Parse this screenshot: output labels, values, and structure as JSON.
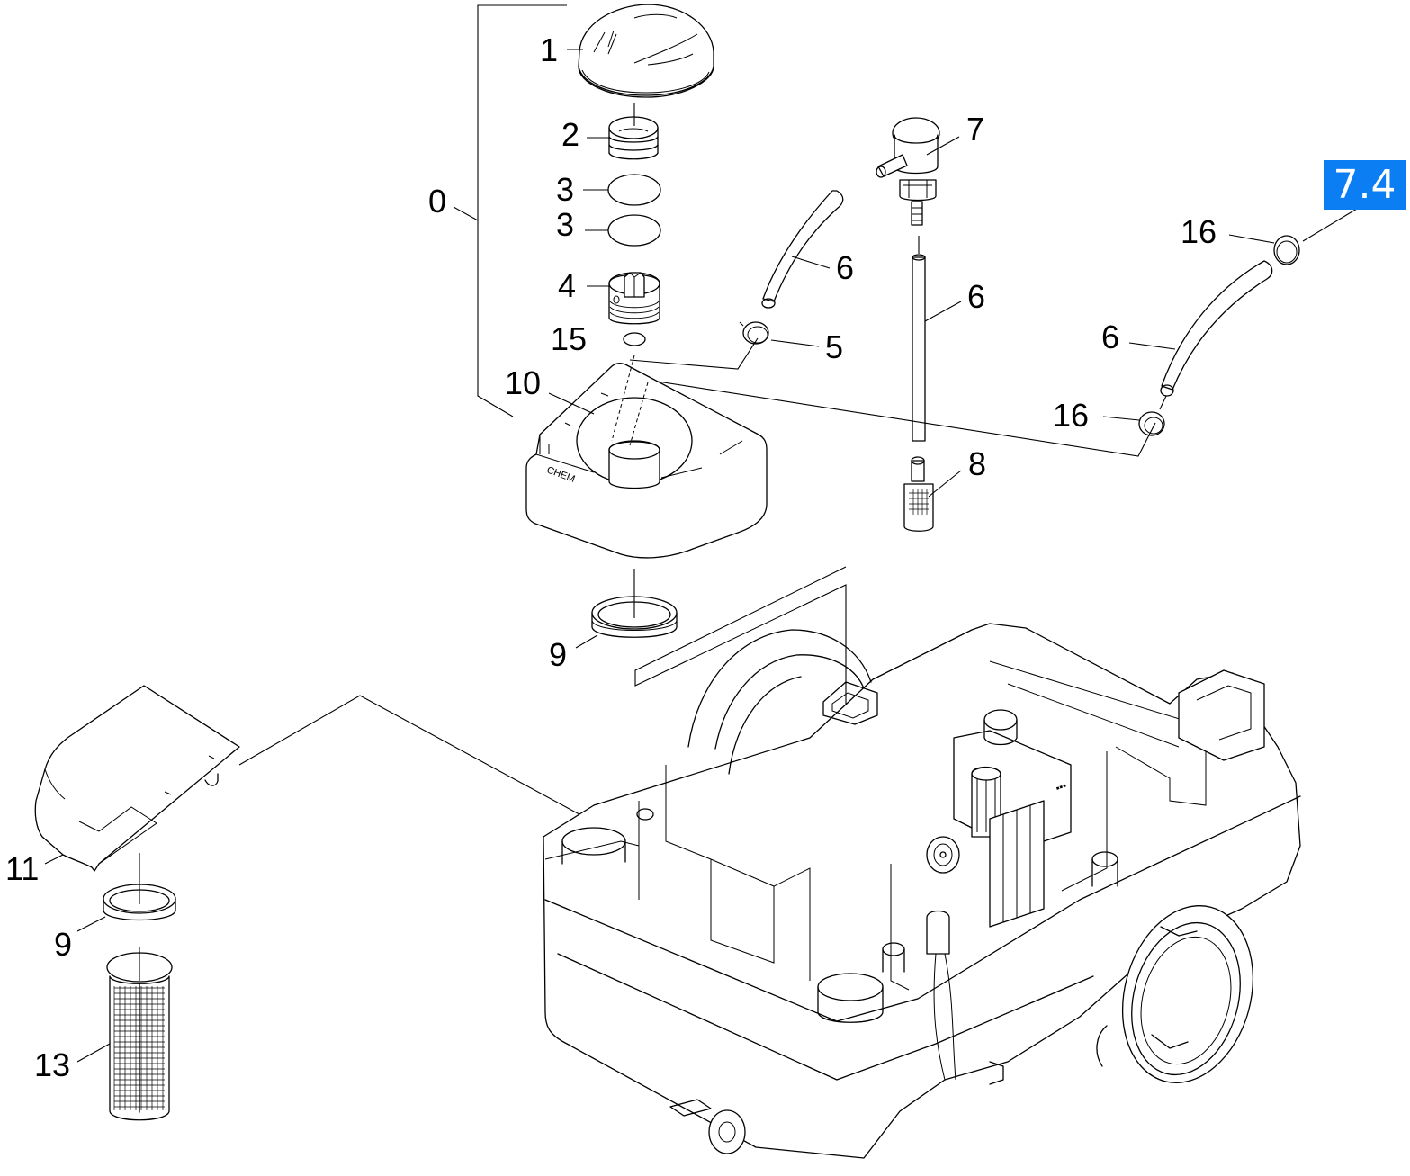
{
  "diagram": {
    "type": "exploded-parts-diagram",
    "subject": "Pressure washer tank / chemical inlet assembly",
    "reference_badge": {
      "label": "7.4",
      "color": "#0a7ef2"
    },
    "embossed_text": "CHEM",
    "callouts": [
      {
        "id": "c0",
        "label": "0",
        "part": "cap assembly group"
      },
      {
        "id": "c1",
        "label": "1",
        "part": "cap"
      },
      {
        "id": "c2",
        "label": "2",
        "part": "spring"
      },
      {
        "id": "c3a",
        "label": "3",
        "part": "o-ring"
      },
      {
        "id": "c3b",
        "label": "3",
        "part": "o-ring"
      },
      {
        "id": "c4",
        "label": "4",
        "part": "threaded insert"
      },
      {
        "id": "c15",
        "label": "15",
        "part": "small o-ring"
      },
      {
        "id": "c5",
        "label": "5",
        "part": "hose clamp"
      },
      {
        "id": "c6a",
        "label": "6",
        "part": "hose (curved)"
      },
      {
        "id": "c6b",
        "label": "6",
        "part": "hose (straight)"
      },
      {
        "id": "c6c",
        "label": "6",
        "part": "hose (right)"
      },
      {
        "id": "c7",
        "label": "7",
        "part": "valve"
      },
      {
        "id": "c8",
        "label": "8",
        "part": "suction filter"
      },
      {
        "id": "c9a",
        "label": "9",
        "part": "ring seal"
      },
      {
        "id": "c9b",
        "label": "9",
        "part": "ring seal"
      },
      {
        "id": "c10",
        "label": "10",
        "part": "chemical tank lid"
      },
      {
        "id": "c11",
        "label": "11",
        "part": "cover"
      },
      {
        "id": "c13",
        "label": "13",
        "part": "strainer basket"
      },
      {
        "id": "c16a",
        "label": "16",
        "part": "hose clamp (upper)"
      },
      {
        "id": "c16b",
        "label": "16",
        "part": "hose clamp (lower)"
      }
    ]
  }
}
